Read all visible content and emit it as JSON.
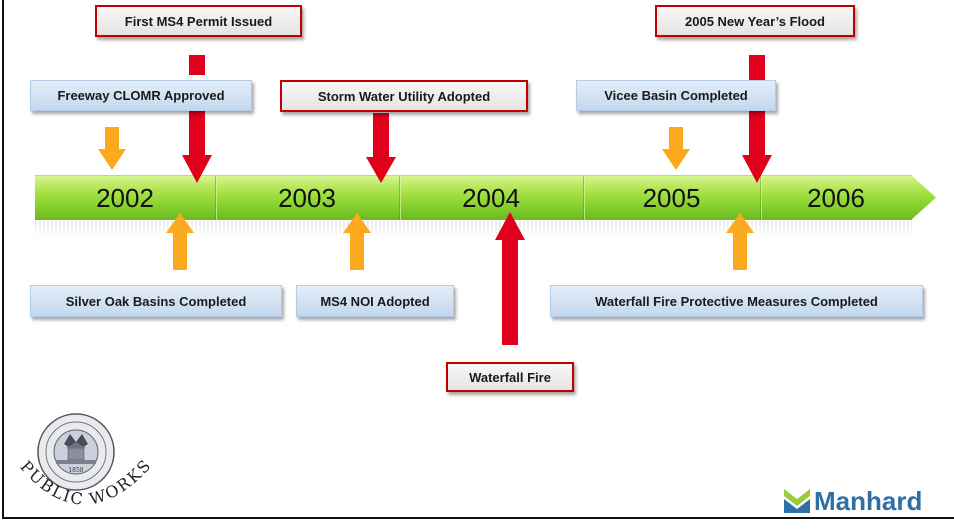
{
  "timeline": {
    "years": [
      "2002",
      "2003",
      "2004",
      "2005",
      "2006"
    ],
    "events": [
      {
        "label": "First MS4 Permit Issued"
      },
      {
        "label": "Freeway CLOMR Approved"
      },
      {
        "label": "Storm Water Utility Adopted"
      },
      {
        "label": "Vicee Basin Completed"
      },
      {
        "label": "2005 New Year’s Flood"
      },
      {
        "label": "Silver Oak Basins Completed"
      },
      {
        "label": "MS4 NOI Adopted"
      },
      {
        "label": "Waterfall Fire"
      },
      {
        "label": "Waterfall Fire Protective Measures Completed"
      }
    ]
  },
  "logos": {
    "seal_text": "PUBLIC WORKS",
    "seal_year": "1858",
    "company": "Manhard"
  },
  "colors": {
    "timeline_bar": "#8ed632",
    "red_arrow": "#e0001c",
    "orange_arrow": "#fda91e",
    "red_label_border": "#c00000",
    "blue_label_fill": "#c3d8ee",
    "company_brand": "#2e6fa7"
  }
}
